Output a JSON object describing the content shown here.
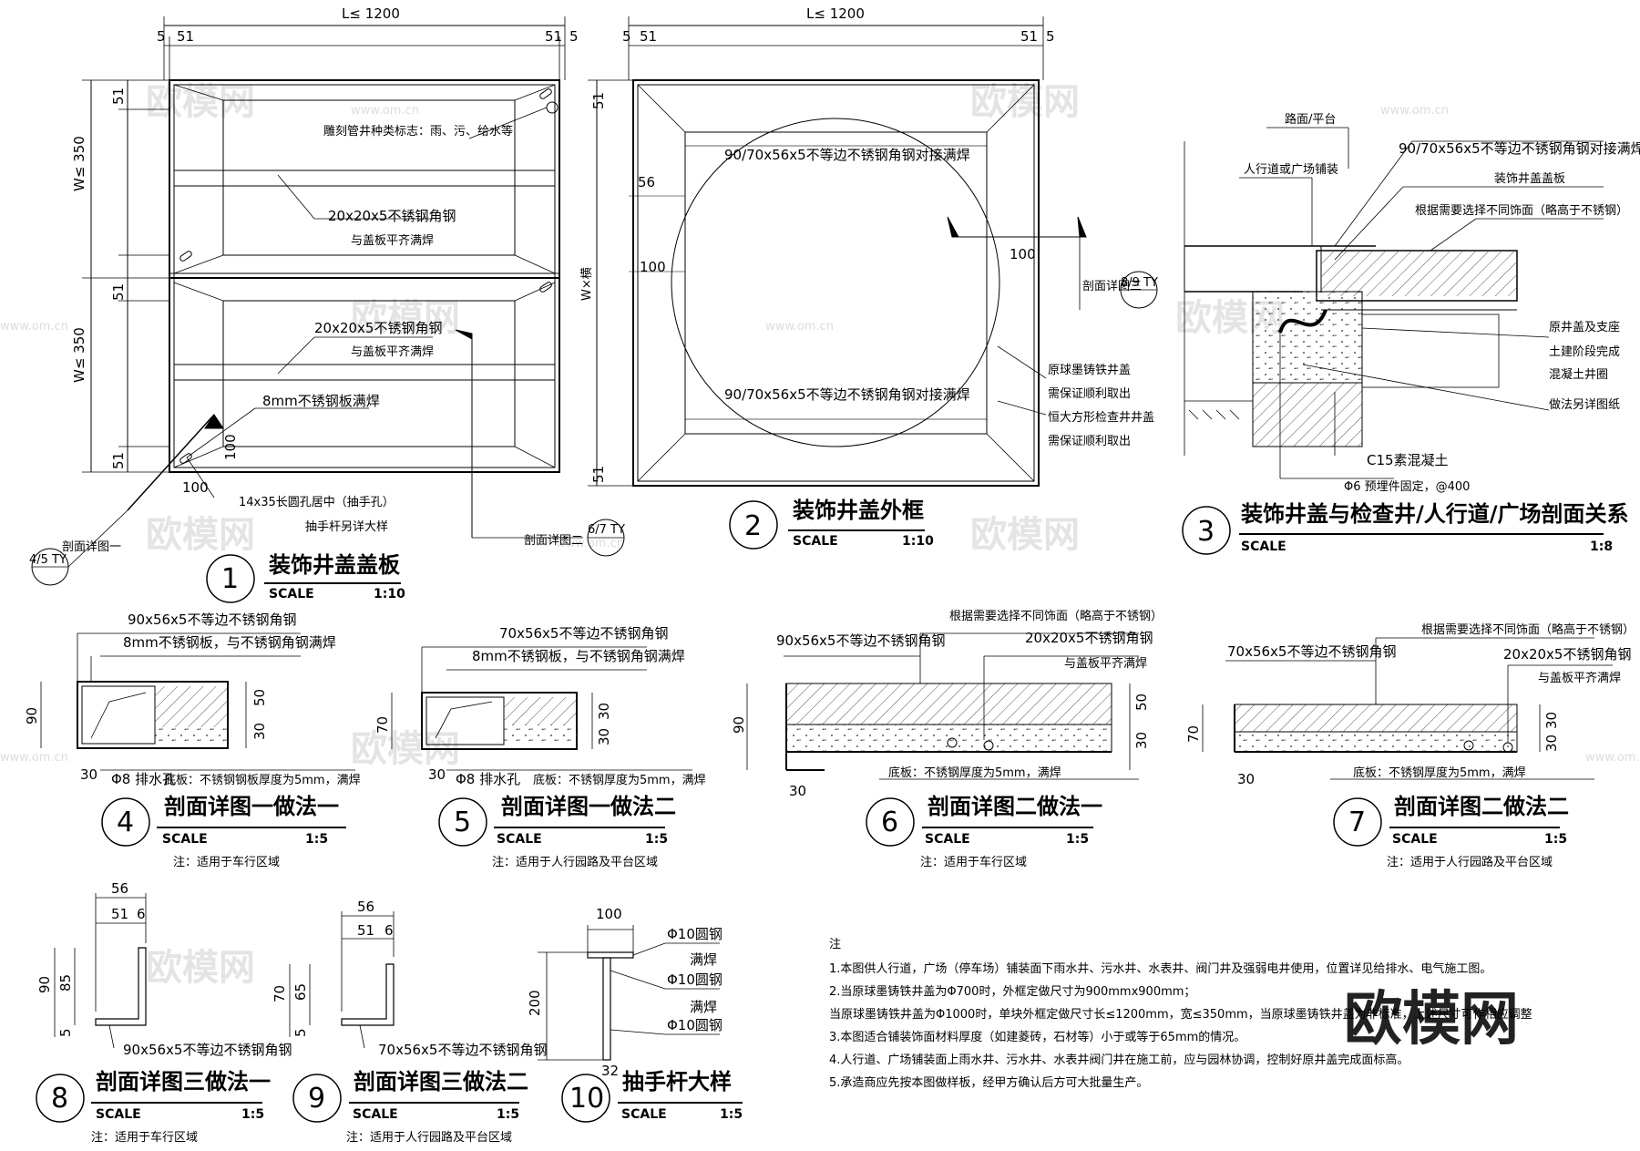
{
  "watermark": {
    "brand": "欧模网",
    "site": "www.om.cn"
  },
  "dims": {
    "L": "L≤ 1200",
    "W350": "W≤ 350",
    "Wx": "W×横",
    "d5": "5",
    "d51": "51",
    "d56": "56",
    "d100": "100",
    "d90": "90",
    "d70": "70",
    "d50": "50",
    "d30": "30",
    "d85": "85",
    "d65": "65",
    "d6": "6",
    "d200": "200",
    "d32": "32"
  },
  "fig1": {
    "num": "1",
    "title": "装饰井盖盖板",
    "scale_label": "SCALE",
    "scale": "1:10",
    "labels": {
      "engrave": "雕刻管井种类标志：雨、污、给水等",
      "angle20a": "20x20x5不锈钢角钢",
      "angle20b": "与盖板平齐满焊",
      "plate8": "8mm不锈钢板满焊",
      "slot": "14x35长圆孔居中（抽手孔）",
      "slot2": "抽手杆另详大样",
      "ref1": "剖面详图一",
      "ref1tag": "4/5 TY",
      "ref2": "剖面详图二",
      "ref2tag": "6/7 TY"
    }
  },
  "fig2": {
    "num": "2",
    "title": "装饰井盖外框",
    "scale_label": "SCALE",
    "scale": "1:10",
    "labels": {
      "angle90": "90/70x56x5不等边不锈钢角钢对接满焊",
      "ref3": "剖面详图三",
      "ref3tag": "8/9 TY",
      "note1": "原球墨铸铁井盖",
      "note2": "需保证顺利取出",
      "note3": "恒大方形检查井井盖",
      "note4": "需保证顺利取出"
    }
  },
  "fig3": {
    "num": "3",
    "title": "装饰井盖与检查井/人行道/广场剖面关系",
    "scale_label": "SCALE",
    "scale": "1:8",
    "labels": {
      "road": "路面/平台",
      "paving": "人行道或广场铺装",
      "angle": "90/70x56x5不等边不锈钢角钢对接满焊",
      "cover": "装饰井盖盖板",
      "finish": "根据需要选择不同饰面（略高于不锈钢）",
      "seat": "原井盖及支座",
      "stage": "土建阶段完成",
      "ring": "混凝土井圈",
      "other": "做法另详图纸",
      "c15": "C15素混凝土",
      "phi6": "Φ6 预埋件固定，@400"
    }
  },
  "fig4": {
    "num": "4",
    "title": "剖面详图一做法一",
    "scale_label": "SCALE",
    "scale": "1:5",
    "note": "注：适用于车行区域",
    "labels": {
      "a": "90x56x5不等边不锈钢角钢",
      "b": "8mm不锈钢板，与不锈钢角钢满焊",
      "c": "Φ8 排水孔",
      "d": "底板：不锈钢钢板厚度为5mm，满焊"
    }
  },
  "fig5": {
    "num": "5",
    "title": "剖面详图一做法二",
    "scale_label": "SCALE",
    "scale": "1:5",
    "note": "注：适用于人行园路及平台区域",
    "labels": {
      "a": "70x56x5不等边不锈钢角钢",
      "b": "8mm不锈钢板，与不锈钢角钢满焊",
      "c": "Φ8 排水孔",
      "d": "底板：不锈钢厚度为5mm，满焊"
    }
  },
  "fig6": {
    "num": "6",
    "title": "剖面详图二做法一",
    "scale_label": "SCALE",
    "scale": "1:5",
    "note": "注：适用于车行区域",
    "labels": {
      "a": "根据需要选择不同饰面（略高于不锈钢）",
      "b": "90x56x5不等边不锈钢角钢",
      "c": "20x20x5不锈钢角钢",
      "d": "与盖板平齐满焊",
      "e": "底板：不锈钢厚度为5mm，满焊"
    }
  },
  "fig7": {
    "num": "7",
    "title": "剖面详图二做法二",
    "scale_label": "SCALE",
    "scale": "1:5",
    "note": "注：适用于人行园路及平台区域",
    "labels": {
      "a": "根据需要选择不同饰面（略高于不锈钢）",
      "b": "70x56x5不等边不锈钢角钢",
      "c": "20x20x5不锈钢角钢",
      "d": "与盖板平齐满焊",
      "e": "底板：不锈钢厚度为5mm，满焊"
    }
  },
  "fig8": {
    "num": "8",
    "title": "剖面详图三做法一",
    "scale_label": "SCALE",
    "scale": "1:5",
    "note": "注：适用于车行区域",
    "labels": {
      "a": "90x56x5不等边不锈钢角钢"
    }
  },
  "fig9": {
    "num": "9",
    "title": "剖面详图三做法二",
    "scale_label": "SCALE",
    "scale": "1:5",
    "note": "注：适用于人行园路及平台区域",
    "labels": {
      "a": "70x56x5不等边不锈钢角钢"
    }
  },
  "fig10": {
    "num": "10",
    "title": "抽手杆大样",
    "scale_label": "SCALE",
    "scale": "1:5",
    "labels": {
      "a": "Φ10圆钢",
      "b": "满焊",
      "c": "Φ10圆钢",
      "d": "满焊",
      "e": "Φ10圆钢"
    }
  },
  "notes": {
    "head": "注",
    "items": [
      "1.本图供人行道，广场（停车场）铺装面下雨水井、污水井、水表井、阀门井及强弱电井使用，位置详见给排水、电气施工图。",
      "2.当原球墨铸铁井盖为Φ700时，外框定做尺寸为900mmx900mm；",
      "   当原球墨铸铁井盖为Φ1000时，单块外框定做尺寸长≤1200mm，宽≤350mm，当原球墨铸铁井盖为非标准，上述尺寸可作相应调整",
      "3.本图适合铺装饰面材料厚度（如建菱砖，石材等）小于或等于65mm的情况。",
      "4.人行道、广场铺装面上雨水井、污水井、水表井阀门井在施工前，应与园林协调，控制好原井盖完成面标高。",
      "5.承造商应先按本图做样板，经甲方确认后方可大批量生产。"
    ]
  }
}
